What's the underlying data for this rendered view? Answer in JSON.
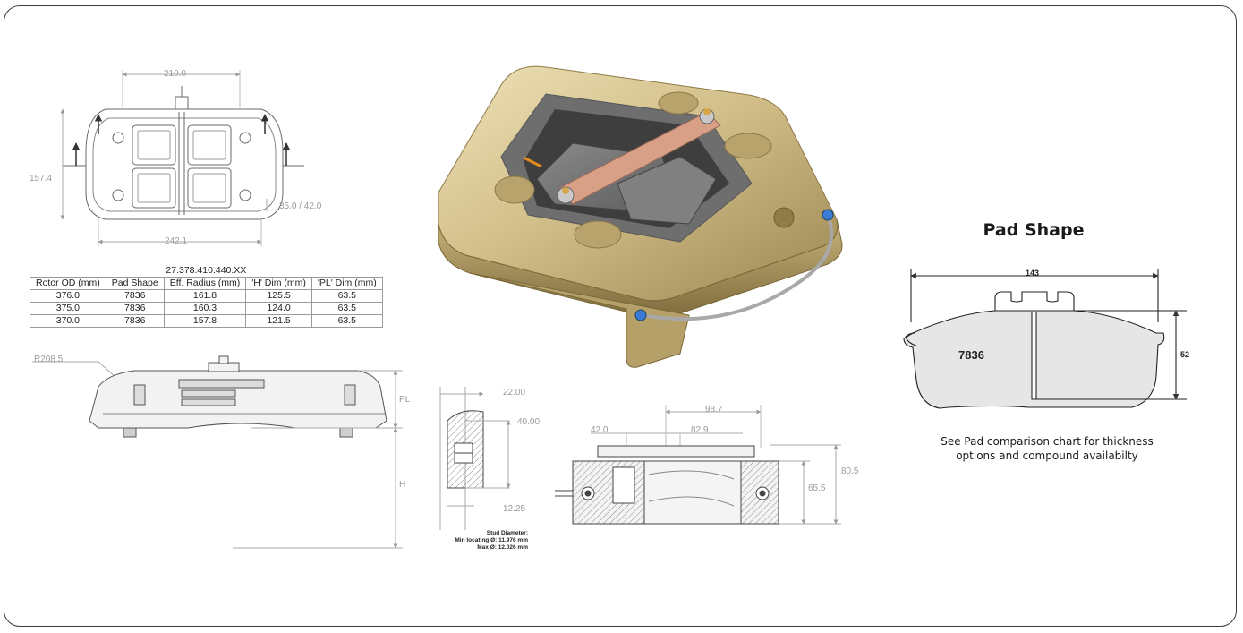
{
  "top_view": {
    "width_top": "210.0",
    "height_left": "157.4",
    "width_bottom": "242.1",
    "offset_right": "35.0 / 42.0"
  },
  "spec_table": {
    "part_number": "27.378.410.440.XX",
    "headers": [
      "Rotor OD (mm)",
      "Pad Shape",
      "Eff. Radius (mm)",
      "'H' Dim (mm)",
      "'PL' Dim (mm)"
    ],
    "rows": [
      [
        "376.0",
        "7836",
        "161.8",
        "125.5",
        "63.5"
      ],
      [
        "375.0",
        "7836",
        "160.3",
        "124.0",
        "63.5"
      ],
      [
        "370.0",
        "7836",
        "157.8",
        "121.5",
        "63.5"
      ]
    ]
  },
  "side_view": {
    "radius_label": "R208.5",
    "pl_label": "PL",
    "h_label": "H"
  },
  "section_view": {
    "top": "22.00",
    "right": "40.00",
    "bottom": "12.25",
    "stud_title": "Stud Diameter:",
    "stud_min": "Min locating Ø: 11.976 mm",
    "stud_max": "Max Ø: 12.026 mm"
  },
  "end_view": {
    "left": "42.0",
    "mid": "82.9",
    "top": "98.7",
    "inner_height": "65.5",
    "outer_height": "80.5"
  },
  "pad_shape": {
    "title": "Pad Shape",
    "width": "143",
    "height": "52",
    "code": "7836",
    "note_line1": "See Pad comparison chart for thickness",
    "note_line2": "options and compound availabilty"
  },
  "colors": {
    "caliper_gold": "#c7b27a",
    "pad_fill": "#e6e6e6",
    "frame": "#3a3a3a",
    "dim_text": "#9a9a9a"
  }
}
